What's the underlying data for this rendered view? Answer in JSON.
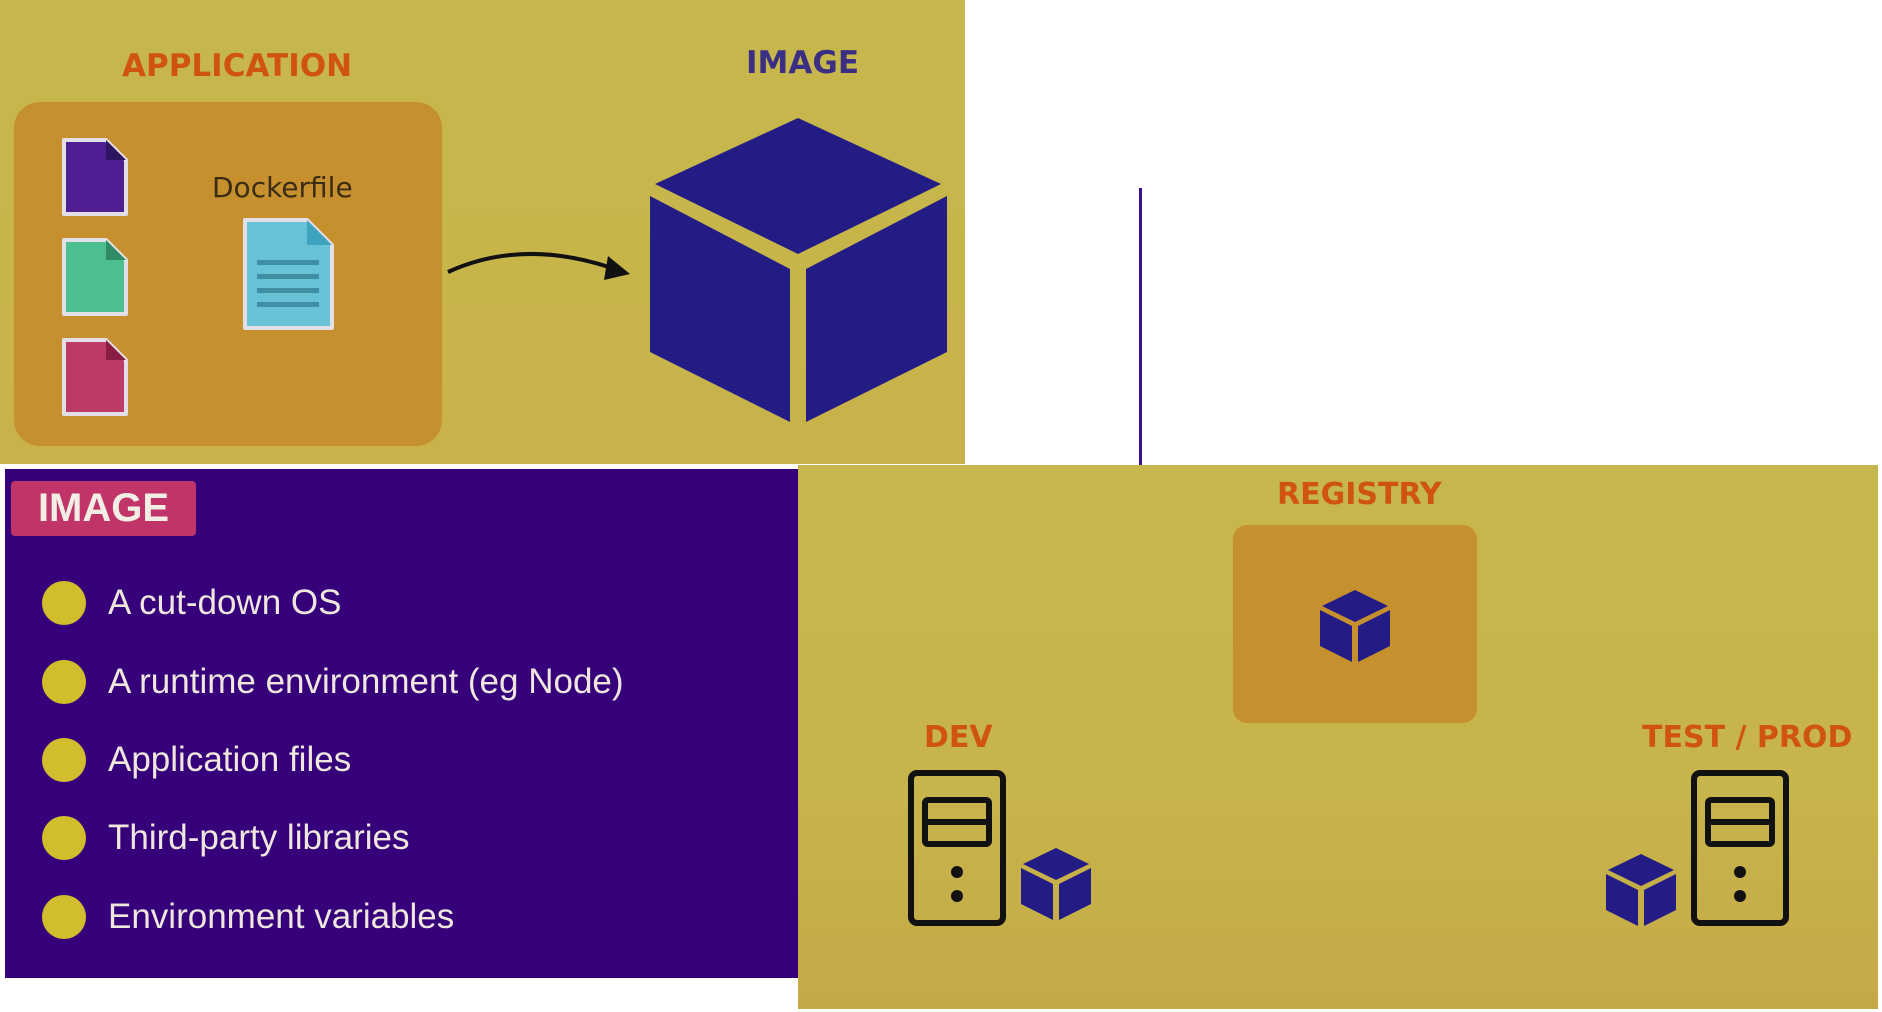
{
  "top_panel": {
    "application_label": "APPLICATION",
    "image_label": "IMAGE",
    "dockerfile_label": "Dockerfile",
    "file_icon_colors": [
      "#4d1f93",
      "#4dbf8e",
      "#bd3a66"
    ],
    "dockerfile_icon_color": "#66c2d4",
    "cube_color": "#221c84"
  },
  "image_panel": {
    "badge": "IMAGE",
    "items": [
      "A cut-down OS",
      "A runtime environment  (eg Node)",
      "Application files",
      "Third-party libraries",
      "Environment variables"
    ]
  },
  "registry_panel": {
    "registry_label": "REGISTRY",
    "dev_label": "DEV",
    "testprod_label": "TEST / PROD"
  },
  "colors": {
    "panel_gold": "#c6b74d",
    "box_orange": "#c7902f",
    "heading_orange": "#d0540f",
    "heading_navy": "#3a2f82",
    "list_purple": "#35007a",
    "badge_pink": "#c13469",
    "bullet_yellow": "#d2bd2d",
    "cube_navy": "#221c84"
  }
}
